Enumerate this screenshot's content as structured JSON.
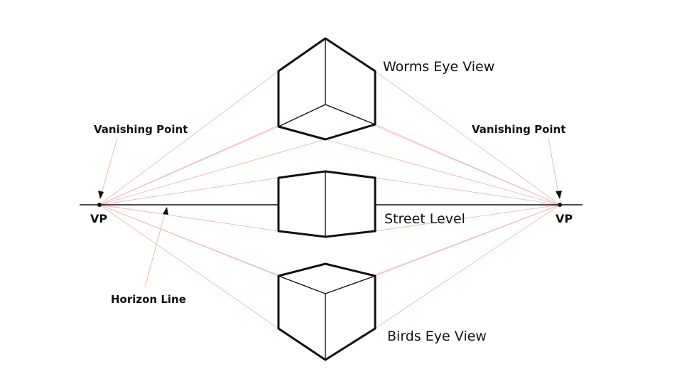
{
  "labels": {
    "worms_eye_view": "Worms Eye View",
    "street_level": "Street Level",
    "birds_eye_view": "Birds Eye View",
    "vanishing_point_left": "Vanishing Point",
    "vanishing_point_right": "Vanishing Point",
    "vp_left": "VP",
    "vp_right": "VP",
    "horizon_line": "Horizon Line"
  },
  "colors": {
    "ink": "#111111",
    "guide_lines": "#f0b8b8",
    "background": "#ffffff"
  }
}
